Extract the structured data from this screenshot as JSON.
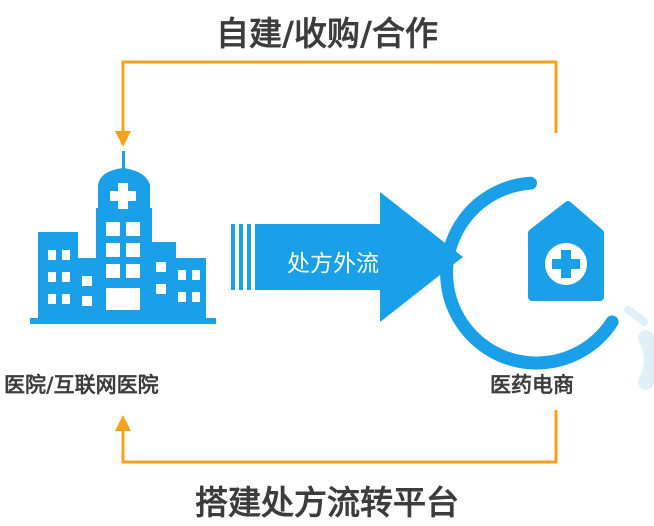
{
  "labels": {
    "top_flow": "自建/收购/合作",
    "bottom_flow": "搭建处方流转平台",
    "left_node": "医院/互联网医院",
    "right_node": "医药电商",
    "center_arrow": "处方外流"
  },
  "colors": {
    "primary_blue": "#1aa0e8",
    "orange": "#f7a21e",
    "text_dark": "#3c3c3c",
    "light_blue_accent": "#e0eff8"
  },
  "icons": {
    "left_node": "hospital-building-icon",
    "right_node": "pharmacy-home-icon",
    "center": "right-arrow-icon"
  }
}
